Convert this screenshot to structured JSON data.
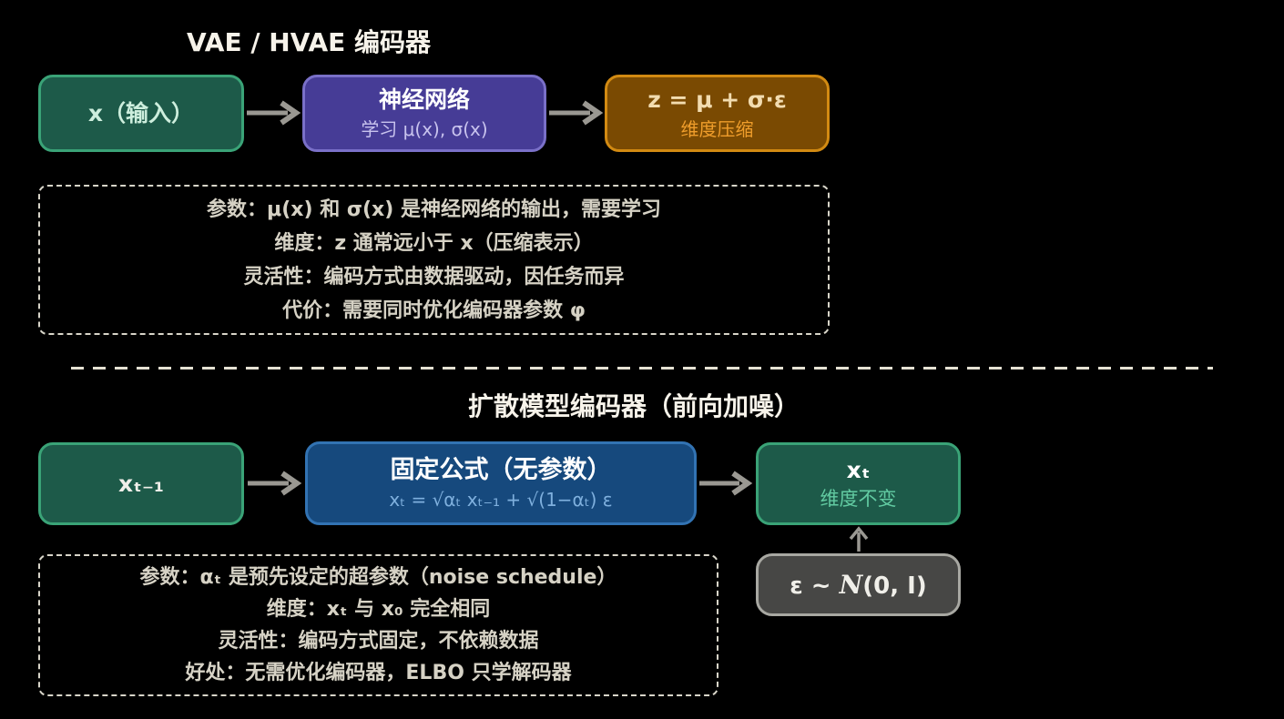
{
  "colors": {
    "background": "#000000",
    "green_box_fill": "#1d5a49",
    "green_box_border": "#3aa377",
    "purple_box_fill": "#463c96",
    "purple_box_border": "#7a70c8",
    "orange_box_fill": "#7a4a02",
    "orange_box_border": "#d28a12",
    "blue_box_fill": "#16497d",
    "blue_box_border": "#3273b3",
    "gray_box_fill": "#474745",
    "gray_box_border": "#a8a8a2",
    "arrow": "#9a9892",
    "note_text": "#d6d2c5",
    "title_text": "#f7f3ea",
    "mint_text": "#cdeedd",
    "light_green_text": "#62cba2",
    "lavender_text": "#c8c3ee",
    "cream_text": "#f2dcb0",
    "orange_text": "#ef9d2b",
    "light_blue_text": "#7fb0de"
  },
  "vae": {
    "title": "VAE / HVAE 编码器",
    "input_box": {
      "label": "x（输入）"
    },
    "network_box": {
      "title": "神经网络",
      "subtitle": "学习 μ(x), σ(x)"
    },
    "output_box": {
      "title": "z = μ + σ·ε",
      "subtitle": "维度压缩"
    },
    "notes": [
      "参数：μ(x) 和 σ(x) 是神经网络的输出，需要学习",
      "维度：z 通常远小于 x（压缩表示）",
      "灵活性：编码方式由数据驱动，因任务而异",
      "代价：需要同时优化编码器参数 φ"
    ]
  },
  "diffusion": {
    "title": "扩散模型编码器（前向加噪）",
    "input_box": {
      "label": "xₜ₋₁"
    },
    "formula_box": {
      "title": "固定公式（无参数）",
      "subtitle": "xₜ = √αₜ xₜ₋₁ + √(1−αₜ) ε"
    },
    "output_box": {
      "title": "xₜ",
      "subtitle": "维度不变"
    },
    "noise_box": {
      "prefix": "ε ~ ",
      "script_n": "N",
      "suffix": "(0, I)"
    },
    "notes": [
      "参数：αₜ 是预先设定的超参数（noise schedule）",
      "维度：xₜ 与 x₀ 完全相同",
      "灵活性：编码方式固定，不依赖数据",
      "好处：无需优化编码器，ELBO 只学解码器"
    ]
  }
}
